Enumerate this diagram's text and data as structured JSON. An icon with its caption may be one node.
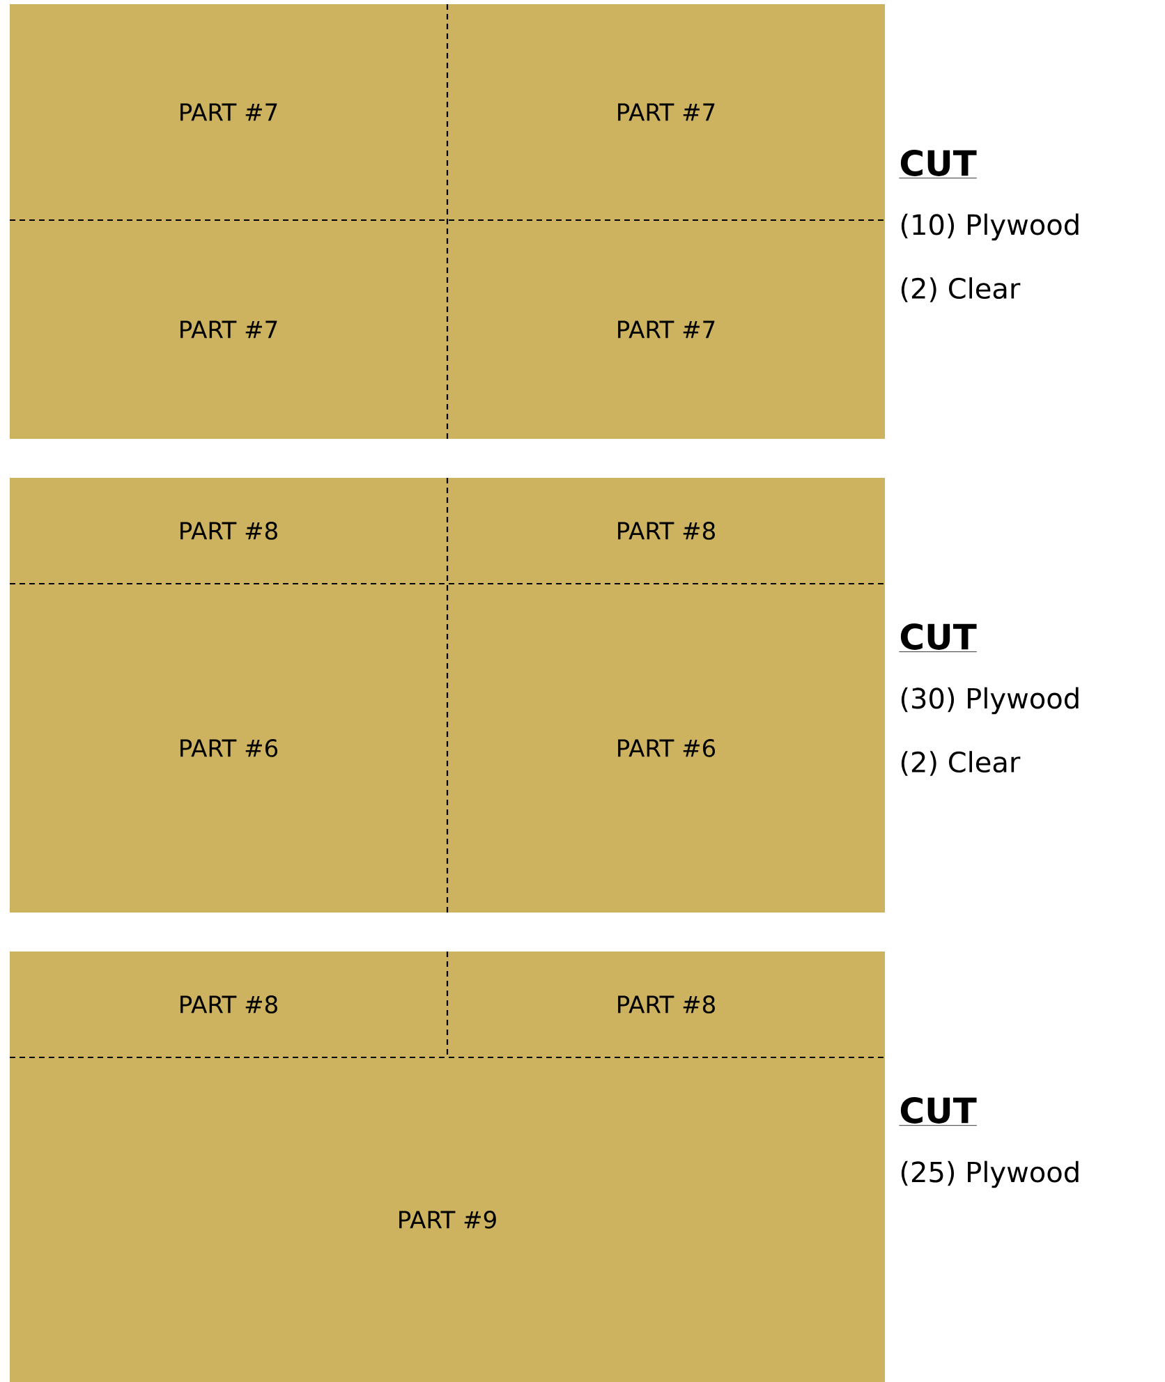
{
  "diagram": {
    "nodes": [
      {
        "text": [],
        "shape": "box",
        "beside": [
          "CUT",
          "(10) Plywood",
          "(2) Clear"
        ]
      },
      {
        "text": [
          "PART #7"
        ],
        "in": 0
      },
      {
        "text": [
          "PART #7"
        ],
        "in": 0
      },
      {
        "text": [
          "PART #7"
        ],
        "in": 0
      },
      {
        "text": [
          "PART #7"
        ],
        "in": 0
      },
      {
        "text": [],
        "shape": "box",
        "beside": [
          "CUT",
          "(30) Plywood",
          "(2) Clear"
        ]
      },
      {
        "text": [
          "PART #8"
        ],
        "in": 5
      },
      {
        "text": [
          "PART #8"
        ],
        "in": 5
      },
      {
        "text": [
          "PART #6"
        ],
        "in": 5
      },
      {
        "text": [
          "PART #6"
        ],
        "in": 5
      },
      {
        "text": [],
        "shape": "box",
        "beside": [
          "CUT",
          "(25) Plywood"
        ]
      },
      {
        "text": [
          "PART #8"
        ],
        "in": 10
      },
      {
        "text": [
          "PART #8"
        ],
        "in": 10
      },
      {
        "text": [
          "PART #9"
        ],
        "in": 10
      }
    ]
  }
}
